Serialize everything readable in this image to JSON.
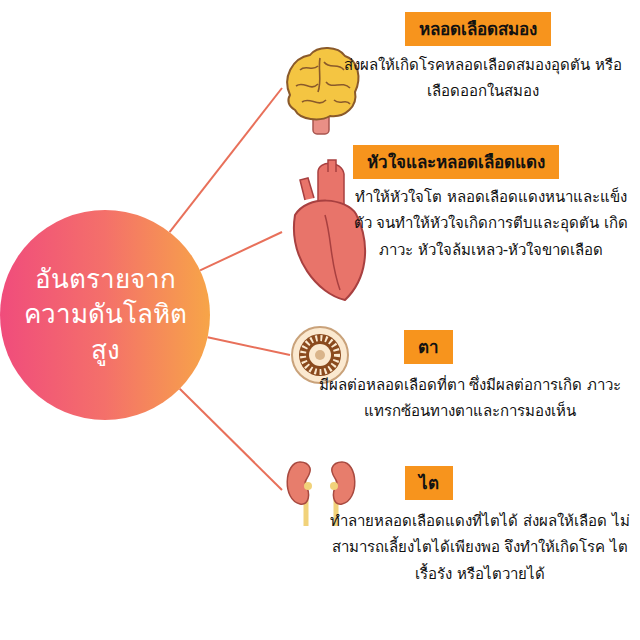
{
  "diagram": {
    "nodes": [
      {
        "text": [
          "อันตรายจาก ความดันโลหิตสูง"
        ]
      },
      {
        "text": [
          "หลอดเลือดสมอง",
          "ส่งผลให้เกิดโรคหลอดเลือดสมองอุดตัน หรือเลือดออกในสมอง"
        ]
      },
      {
        "text": [
          "หัวใจและหลอดเลือดแดง",
          "ทำให้หัวใจโต หลอดเลือดแดงหนาและแข็งตัว จนทำให้หัวใจเกิดการตีบและอุดตัน เกิดภาวะ หัวใจล้มเหลว-หัวใจขาดเลือด"
        ]
      },
      {
        "text": [
          "ตา",
          "มีผลต่อหลอดเลือดที่ตา ซึ่งมีผลต่อการเกิด ภาวะแทรกซ้อนทางตาและการมองเห็น"
        ]
      },
      {
        "text": [
          "ไต",
          "ทำลายหลอดเลือดแดงที่ไตได้ ส่งผลให้เลือด ไม่สามารถเลี้ยงไตได้เพียงพอ จึงทำให้เกิดโรค ไตเรื้อรัง หรือไตวายได้"
        ]
      }
    ],
    "edges": [
      {
        "from": 0,
        "to": 1,
        "arrow": "none"
      },
      {
        "from": 0,
        "to": 2,
        "arrow": "none"
      },
      {
        "from": 0,
        "to": 3,
        "arrow": "none"
      },
      {
        "from": 0,
        "to": 4,
        "arrow": "none"
      }
    ]
  }
}
